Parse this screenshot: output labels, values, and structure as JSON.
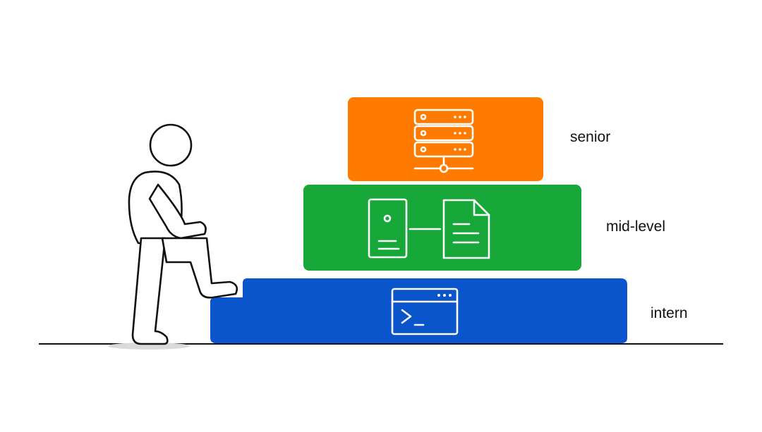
{
  "diagram": {
    "colors": {
      "senior": "#FF7B00",
      "mid": "#18A83A",
      "intern": "#0A55CC",
      "ink": "#111111",
      "icon": "#FFFFFF",
      "shadow": "#DADADA"
    },
    "levels": [
      {
        "id": "intern",
        "label": "intern",
        "icon": "terminal-window-icon"
      },
      {
        "id": "mid",
        "label": "mid-level",
        "icon": "server-document-link-icon"
      },
      {
        "id": "senior",
        "label": "senior",
        "icon": "server-rack-icon"
      }
    ],
    "figure": "stick-figure-climbing-icon"
  }
}
